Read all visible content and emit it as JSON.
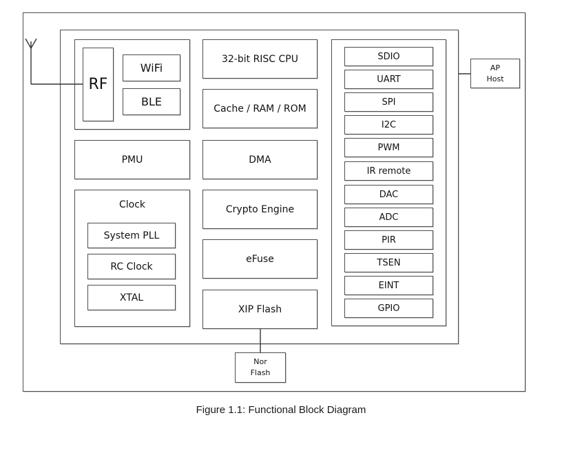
{
  "figure": {
    "caption": "Figure 1.1: Functional Block Diagram"
  },
  "diagram": {
    "radio": {
      "rf": "RF",
      "wifi": "WiFi",
      "ble": "BLE"
    },
    "power": {
      "pmu": "PMU"
    },
    "clock": {
      "title": "Clock",
      "items": [
        "System PLL",
        "RC Clock",
        "XTAL"
      ]
    },
    "core": [
      "32-bit RISC CPU",
      "Cache / RAM / ROM",
      "DMA",
      "Crypto Engine",
      "eFuse",
      "XIP Flash"
    ],
    "peripherals": [
      "SDIO",
      "UART",
      "SPI",
      "I2C",
      "PWM",
      "IR remote",
      "DAC",
      "ADC",
      "PIR",
      "TSEN",
      "EINT",
      "GPIO"
    ],
    "external": {
      "ap_host": "AP\nHost",
      "nor_flash": "Nor\nFlash"
    }
  },
  "colors": {
    "border": "#4d4d4d",
    "line": "#333333",
    "text": "#111111",
    "background": "#ffffff"
  }
}
